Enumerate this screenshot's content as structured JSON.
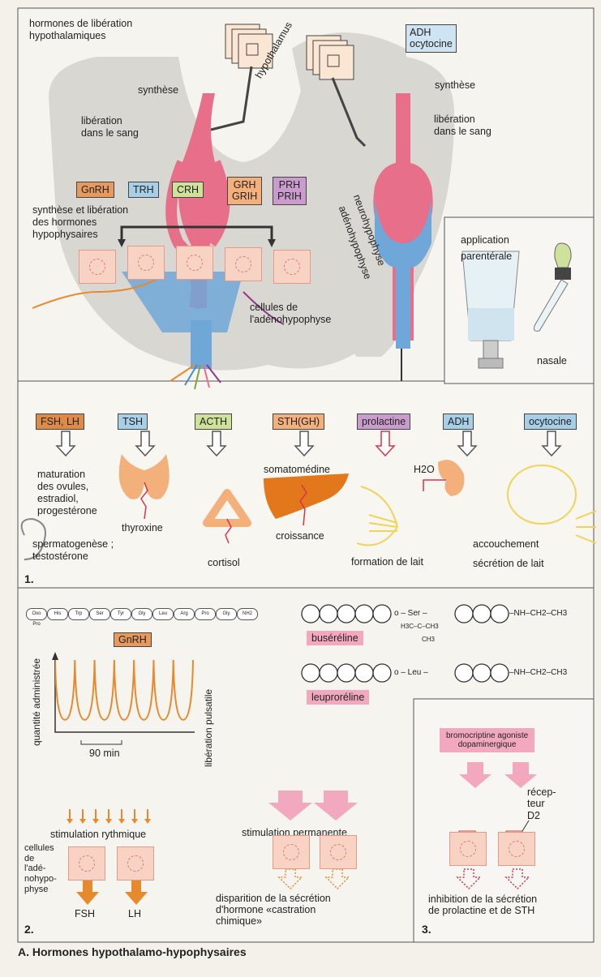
{
  "panel1": {
    "left_title": "hormones de libération\nhypothalamiques",
    "hypothalamus": "hypothalamus",
    "synthese_left": "synthèse",
    "liberation_left": "libération\ndans le sang",
    "synthese_right": "synthèse",
    "liberation_right": "libération\ndans le sang",
    "adh_box": "ADH\nocytocine",
    "releasing_hormones": [
      {
        "label": "GnRH",
        "color": "#e89a5e"
      },
      {
        "label": "TRH",
        "color": "#a8cfe8"
      },
      {
        "label": "CRH",
        "color": "#cfe29a"
      },
      {
        "label": "GRH\nGRIH",
        "color": "#f4b07a"
      },
      {
        "label": "PRH\nPRIH",
        "color": "#c99ccd"
      }
    ],
    "synthese_hypo": "synthèse et libération\ndes hormones\nhypophysaires",
    "cellules": "cellules de\nl'adénohypophyse",
    "neuro": "neurohypophyse",
    "adeno": "adénohypophyse",
    "application": "application\nparentérale",
    "nasale": "nasale",
    "pituitary_hormones": [
      {
        "label": "FSH, LH",
        "color": "#e08a48"
      },
      {
        "label": "TSH",
        "color": "#a8cfe8"
      },
      {
        "label": "ACTH",
        "color": "#cfe29a"
      },
      {
        "label": "STH(GH)",
        "color": "#f4b07a"
      },
      {
        "label": "prolactine",
        "color": "#c99ccd"
      },
      {
        "label": "ADH",
        "color": "#a8cfe8"
      },
      {
        "label": "ocytocine",
        "color": "#a8cfe8"
      }
    ],
    "maturation": "maturation\ndes ovules,\nestradiol,\nprogestérone",
    "spermato": "spermatogenèse ;\ntestostérone",
    "thyroxine": "thyroxine",
    "cortisol": "cortisol",
    "somatomedine": "somatomédine",
    "croissance": "croissance",
    "h2o": "H2O",
    "formation_lait": "formation de lait",
    "accouchement": "accouchement",
    "secretion_lait": "sécrétion de lait",
    "num": "1."
  },
  "panel2": {
    "amino_acids": [
      "Oxo Pro",
      "His",
      "Trp",
      "Ser",
      "Tyr",
      "Gly",
      "Leu",
      "Arg",
      "Pro",
      "Gly",
      "NH2"
    ],
    "gnrh": "GnRH",
    "ylabel": "quantité administrée",
    "liberation_pulsatile": "libération pulsatile",
    "time": "90 min",
    "stimulation_rythmique": "stimulation rythmique",
    "cellules": "cellules\nde\nl'adé-\nnohypo-\nphyse",
    "fsh": "FSH",
    "lh": "LH",
    "num": "2."
  },
  "analogs": {
    "buserelin_chain_mid": "o – Ser –",
    "buserelin_chain_end": "–NH–CH2–CH3",
    "buserelin_sub": "H3C–C–CH3",
    "buserelin_sub2": "CH3",
    "buserelin": "buséréline",
    "leuprorelin_chain_mid": "o – Leu –",
    "leuprorelin_chain_end": "–NH–CH2–CH3",
    "leuprorelin": "leuproréline",
    "stimulation_permanente": "stimulation permanente",
    "disparition": "disparition de la sécrétion\nd'hormone «castration\nchimique»"
  },
  "panel3": {
    "bromo": "bromocriptine agoniste\ndopaminergique",
    "recepteur": "récep-\nteur\nD2",
    "inhibition": "inhibition de la sécrétion\nde prolactine et de STH",
    "num": "3."
  },
  "caption": "A. Hormones hypothalamo-hypophysaires",
  "chart_data": {
    "type": "line",
    "title": "",
    "xlabel": "90 min",
    "ylabel": "quantité administrée",
    "series": [
      {
        "name": "libération pulsatile",
        "values": [
          1,
          0.1,
          1,
          0.1,
          1,
          0.1,
          1,
          0.1,
          1,
          0.1,
          1,
          0.1,
          1,
          0.1,
          1
        ]
      }
    ]
  }
}
